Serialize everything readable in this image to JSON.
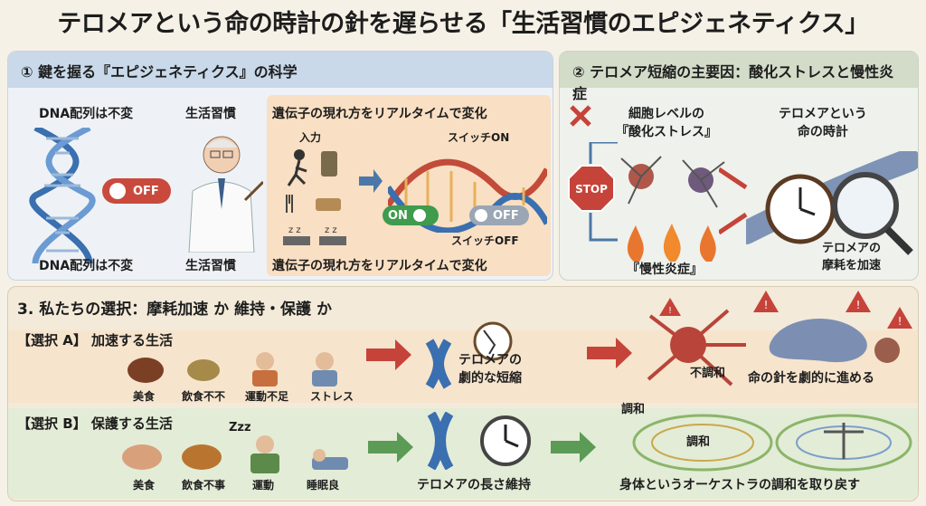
{
  "title": "テロメアという命の時計の針を遅らせる「生活習慣のエピジェネティクス」",
  "panel1": {
    "header": "① 鍵を握る『エピジェネティクス』の科学",
    "dna_top": "DNA配列は不変",
    "dna_bottom": "DNA配列は不変",
    "habit_top": "生活習慣",
    "habit_bottom": "生活習慣",
    "gene_top": "遺伝子の現れ方をリアルタイムで変化",
    "gene_bottom": "遺伝子の現れ方をリアルタイムで変化",
    "input_label": "入力",
    "switch_on_label": "スイッチON",
    "switch_off_label": "スイッチOFF",
    "off_toggle": "OFF",
    "on_toggle": "ON",
    "off_toggle2": "OFF"
  },
  "panel2": {
    "header": "② テロメア短縮の主要因：酸化ストレスと慢性炎症",
    "oxidative": "細胞レベルの\n『酸化ストレス』",
    "inflammation": "『慢性炎症』",
    "stop": "STOP",
    "clock_label": "テロメアという\n命の時計",
    "wear_label": "テロメアの\n摩耗を加速"
  },
  "panel3": {
    "header": "3. 私たちの選択：摩耗加速 か 維持・保護 か",
    "choiceA": {
      "label": "【選択 A】 加速する生活",
      "items": [
        "美食",
        "飲食不不",
        "運動不足",
        "ストレス"
      ],
      "telomere": "テロメアの\n劇的な短縮",
      "discord": "不調和",
      "result": "命の針を劇的に進める"
    },
    "choiceB": {
      "label": "【選択 B】 保護する生活",
      "items": [
        "美食",
        "飲食不事",
        "運動",
        "睡眠良"
      ],
      "telomere": "テロメアの長さ維持",
      "harmony1": "調和",
      "harmony2": "調和",
      "result": "身体というオーケストラの調和を取り戻す",
      "zzz": "Zzz"
    }
  },
  "colors": {
    "red_arrow": "#c6433a",
    "green_arrow": "#5b9b55",
    "off_red": "#c94a3c",
    "on_green": "#3f9b4d",
    "dna_blue": "#3a6fb0"
  }
}
